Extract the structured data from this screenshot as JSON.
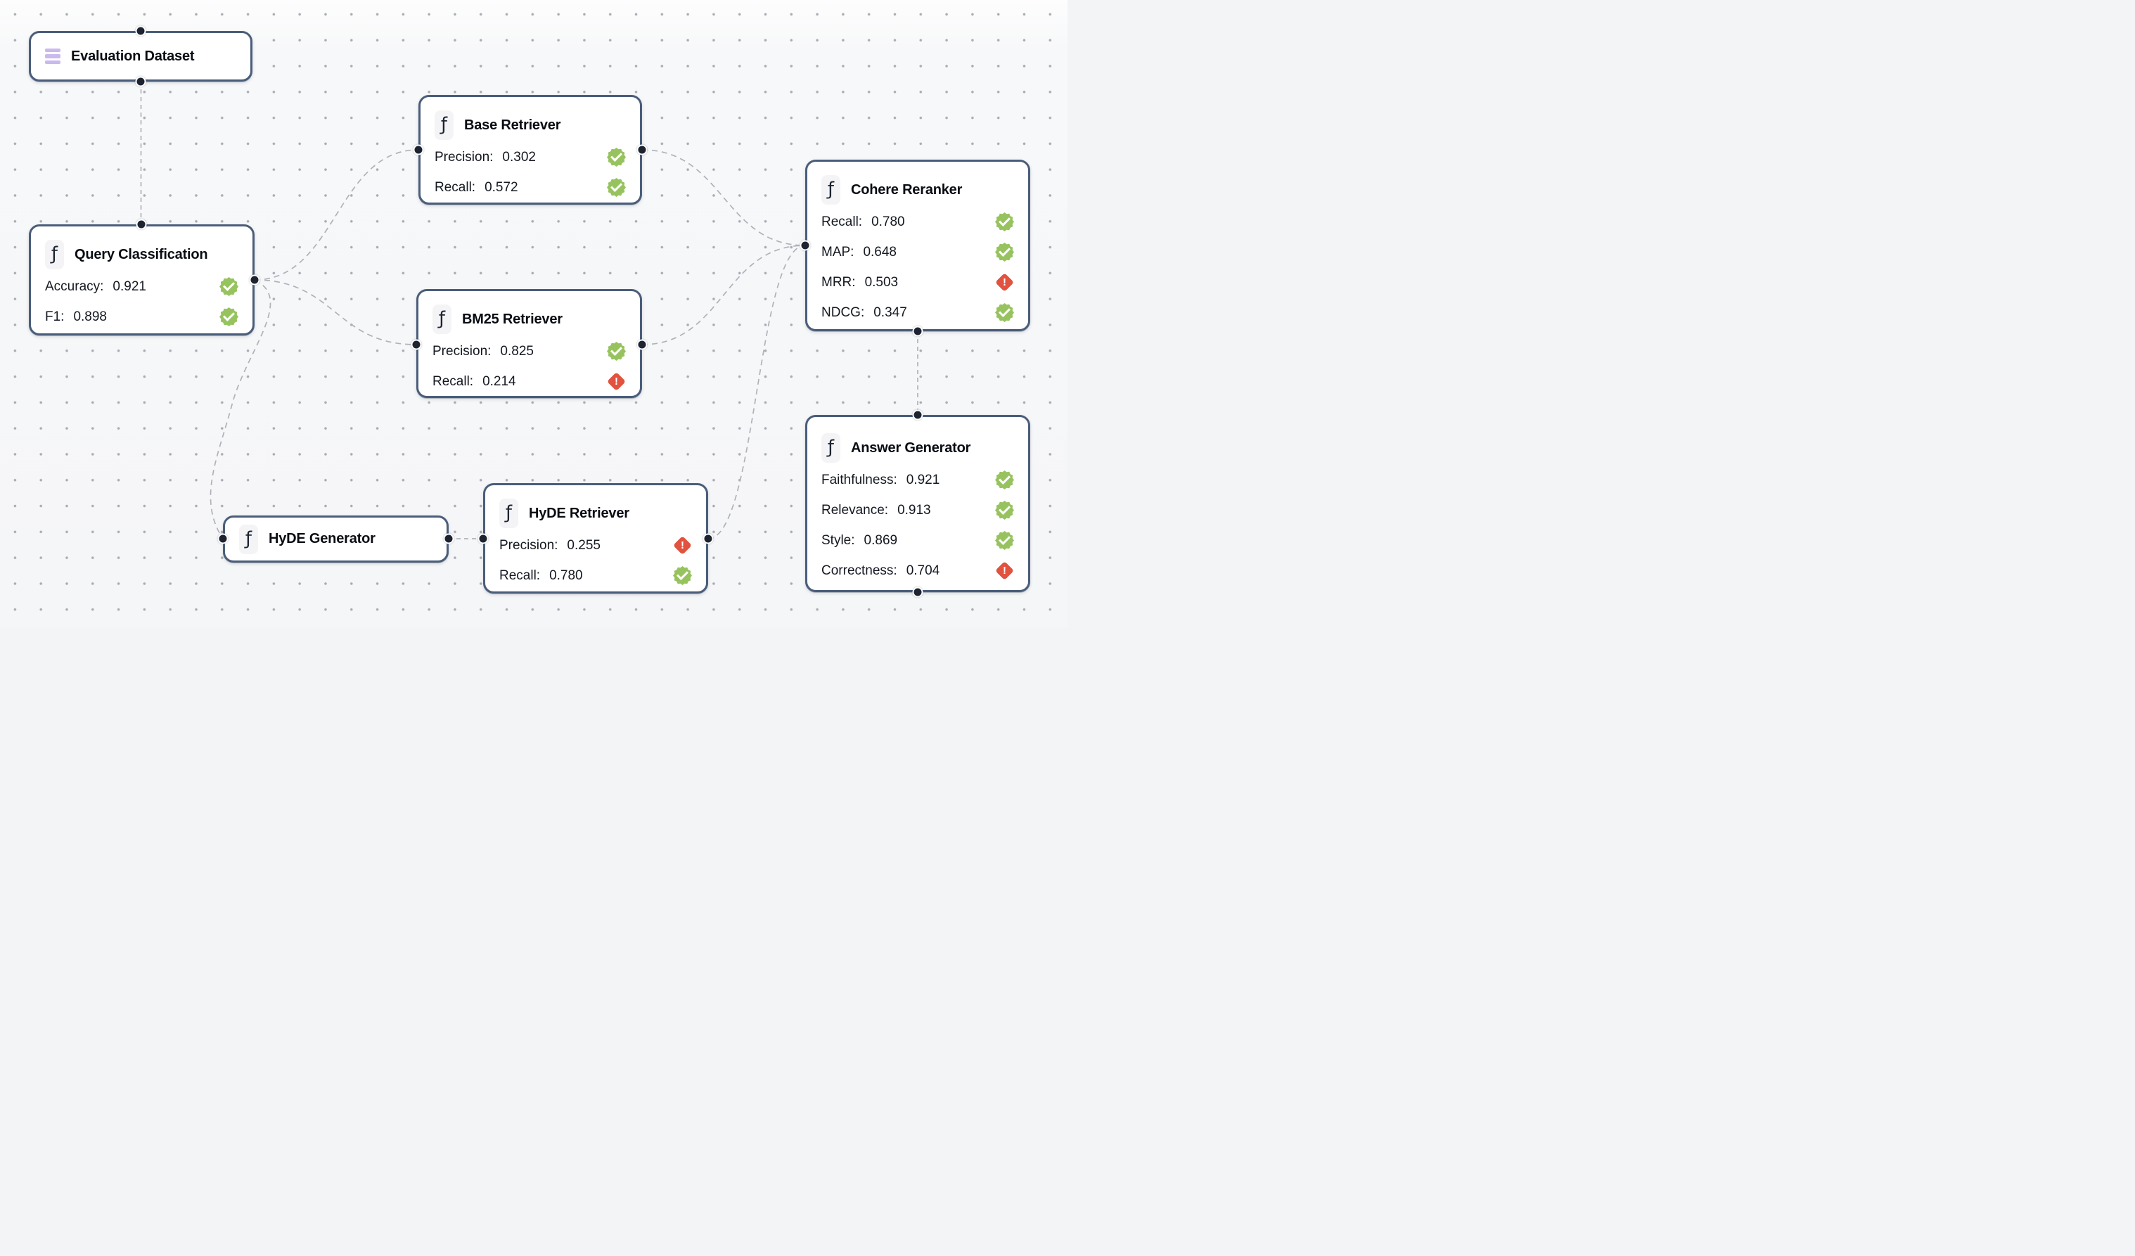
{
  "app": {
    "type": "pipeline-evaluation-graph"
  },
  "glyphs": {
    "fn": "ƒ"
  },
  "colors": {
    "node_border": "#4a5d7a",
    "edge": "#b1b2b9",
    "handle": "#1d2330",
    "pass_badge": "#97c35f",
    "alert_badge": "#e1523f",
    "dataset_icon": "#c9b9ec",
    "icon_tile_bg": "#f4f4f6",
    "canvas_bg": "#f6f7f8",
    "grid_dot": "#a9acb5"
  },
  "nodes": [
    {
      "id": "evaluation-dataset",
      "title": "Evaluation Dataset",
      "icon": "dataset-icon",
      "metrics": []
    },
    {
      "id": "query-classification",
      "title": "Query Classification",
      "icon": "function-icon",
      "metrics": [
        {
          "label": "Accuracy:",
          "value": "0.921",
          "status": "pass"
        },
        {
          "label": "F1:",
          "value": "0.898",
          "status": "pass"
        }
      ]
    },
    {
      "id": "base-retriever",
      "title": "Base Retriever",
      "icon": "function-icon",
      "metrics": [
        {
          "label": "Precision:",
          "value": "0.302",
          "status": "pass"
        },
        {
          "label": "Recall:",
          "value": "0.572",
          "status": "pass"
        }
      ]
    },
    {
      "id": "bm25-retriever",
      "title": "BM25 Retriever",
      "icon": "function-icon",
      "metrics": [
        {
          "label": "Precision:",
          "value": "0.825",
          "status": "pass"
        },
        {
          "label": "Recall:",
          "value": "0.214",
          "status": "alert"
        }
      ]
    },
    {
      "id": "hyde-generator",
      "title": "HyDE Generator",
      "icon": "function-icon",
      "metrics": []
    },
    {
      "id": "hyde-retriever",
      "title": "HyDE Retriever",
      "icon": "function-icon",
      "metrics": [
        {
          "label": "Precision:",
          "value": "0.255",
          "status": "alert"
        },
        {
          "label": "Recall:",
          "value": "0.780",
          "status": "pass"
        }
      ]
    },
    {
      "id": "cohere-reranker",
      "title": "Cohere Reranker",
      "icon": "function-icon",
      "metrics": [
        {
          "label": "Recall:",
          "value": "0.780",
          "status": "pass"
        },
        {
          "label": "MAP:",
          "value": "0.648",
          "status": "pass"
        },
        {
          "label": "MRR:",
          "value": "0.503",
          "status": "alert"
        },
        {
          "label": "NDCG:",
          "value": "0.347",
          "status": "pass"
        }
      ]
    },
    {
      "id": "answer-generator",
      "title": "Answer Generator",
      "icon": "function-icon",
      "metrics": [
        {
          "label": "Faithfulness:",
          "value": "0.921",
          "status": "pass"
        },
        {
          "label": "Relevance:",
          "value": "0.913",
          "status": "pass"
        },
        {
          "label": "Style:",
          "value": "0.869",
          "status": "pass"
        },
        {
          "label": "Correctness:",
          "value": "0.704",
          "status": "alert"
        }
      ]
    }
  ],
  "edges": [
    {
      "from": "evaluation-dataset.bottom",
      "to": "query-classification.top"
    },
    {
      "from": "query-classification.right",
      "to": "base-retriever.left"
    },
    {
      "from": "query-classification.right",
      "to": "bm25-retriever.left"
    },
    {
      "from": "query-classification.right",
      "to": "hyde-generator.left"
    },
    {
      "from": "base-retriever.right",
      "to": "cohere-reranker.left"
    },
    {
      "from": "bm25-retriever.right",
      "to": "cohere-reranker.left"
    },
    {
      "from": "hyde-generator.right",
      "to": "hyde-retriever.left"
    },
    {
      "from": "hyde-retriever.right",
      "to": "cohere-reranker.left"
    },
    {
      "from": "cohere-reranker.bottom",
      "to": "answer-generator.top"
    }
  ]
}
